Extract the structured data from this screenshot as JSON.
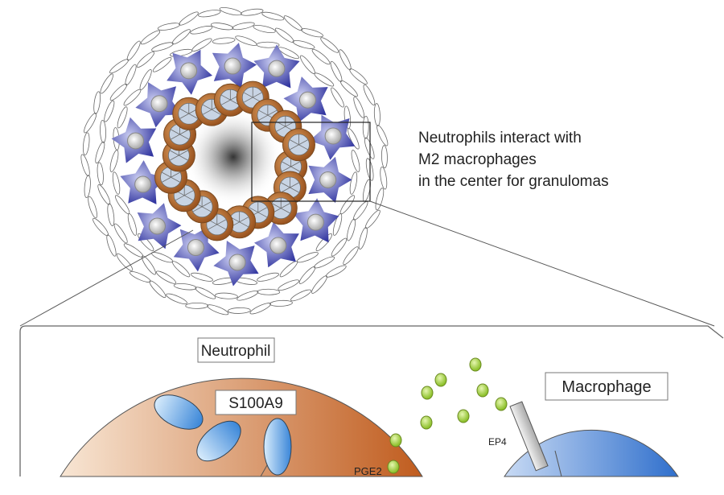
{
  "caption": {
    "lines": [
      "Neutrophils interact with",
      "M2 macrophages",
      "in the center for granulomas"
    ]
  },
  "labels": {
    "neutrophil": "Neutrophil",
    "s100a9": "S100A9",
    "macrophage": "Macrophage",
    "ep4": "EP4",
    "pge2": "PGE2"
  },
  "colors": {
    "neutrophil": "#c0672a",
    "macrophage_blue": "#3a3fa8",
    "vesicle": "#4a90d9",
    "pge2_dot": "#9acd32",
    "macrophage_cell": "#4a7fd0"
  }
}
